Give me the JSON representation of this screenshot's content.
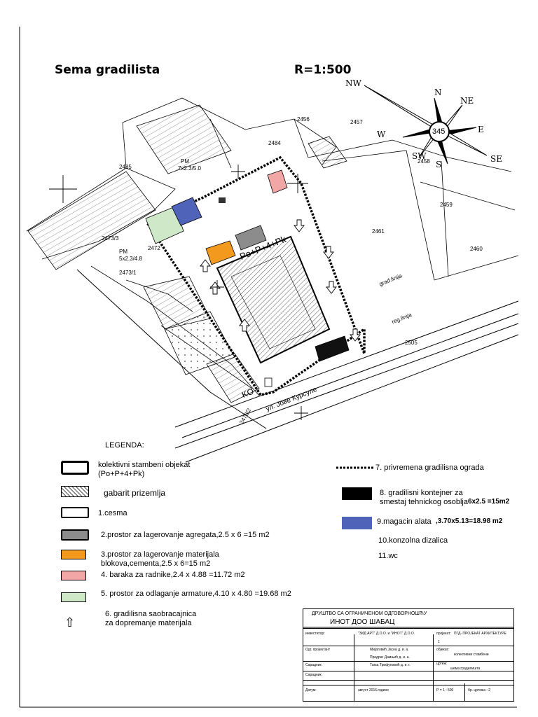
{
  "title": "Sema gradilista",
  "scale": "R=1:500",
  "compass": {
    "north": "N",
    "northeast": "NE",
    "east": "E",
    "southeast": "SE",
    "south": "S",
    "southwest": "SW",
    "west": "W",
    "northwest": "NW",
    "bearing": "345"
  },
  "parcels": [
    "2456",
    "2457",
    "2484",
    "2485",
    "2458",
    "2459",
    "2461",
    "2460",
    "2473/3",
    "2472",
    "2473/1",
    "2505",
    "2473/2"
  ],
  "plan_labels": {
    "pm1": "PM",
    "pm1_size": "7x2.3/5.0",
    "pm2": "PM",
    "pm2_size": "5x2.3/4.8",
    "building": "Po+P+4+Pk",
    "grad_line": "grad.linija",
    "reg_line": "reg.linija",
    "street": "ул. Јове Курсуле",
    "ko": "KO"
  },
  "legend": {
    "heading": "LEGENDA:",
    "items": [
      {
        "text": "kolektivni stambeni objekat\n(Po+P+4+Pk)",
        "color": "#ffffff"
      },
      {
        "text": "gabarit prizemlja",
        "color": "#cccccc"
      },
      {
        "text": "1.cesma",
        "color": "#ffffff"
      },
      {
        "text": "2.prostor za lagerovanje agregata,2.5 x 6 =15 m2",
        "color": "#8c8c8c"
      },
      {
        "text": "3.prostor za lagerovanje materijala\nblokova,cementa,2.5 x 6=15 m2",
        "color": "#f39a1e"
      },
      {
        "text": "4. baraka za radnike,2.4 x 4.88 =11.72 m2",
        "color": "#f3a6a6"
      },
      {
        "text": "5. prostor za odlaganje armature,4.10 x 4.80 =19.68 m2",
        "color": "#cfe8c8"
      },
      {
        "text": "6. gradilisna saobracajnica\nza dopremanje materijala",
        "color": "#ffffff"
      }
    ],
    "right_items": [
      {
        "text": "7. privremena gradilisna ograda"
      },
      {
        "text": "8. gradilisni kontejner za\nsmestaj tehnickog osoblja",
        "extra": "6x2.5 =15m2",
        "color": "#000000"
      },
      {
        "text": "9.magacin alata",
        "extra": ",3.70x5.13=18.98 m2",
        "color": "#4f63b8"
      },
      {
        "text": "10.konzolna dizalica"
      },
      {
        "text": "11.wc"
      }
    ]
  },
  "title_block": {
    "company": "ДРУШТВО СА ОГРАНИЧЕНОМ ОДГОВОРНОШЋУ",
    "name": "ИНОТ ДОО ШАБАЦ",
    "investor_label": "инвеститор:",
    "investor": "\"ЗИД АРТ\" Д.О.О. и \"ИНОТ\" Д.О.О.",
    "project_label": "пројекат:",
    "project": "ПГД- ПРОЈЕКАТ АРХИТЕКТУРЕ",
    "project_no": "1",
    "resp_label": "Одг. пројектант",
    "resp": "Мијатовић Јасна д. и. а.",
    "resp2": "Предраг Дамњић д. и. а.",
    "object_label": "објекат:",
    "object": "колективни стамбени",
    "collab_label": "Сарадник",
    "collab": "Тања Трифуновић д. и. г.",
    "drawing_label": "цртеж:",
    "drawing": "шема градилишта",
    "collab2_label": "Сарадник",
    "date_label": "Датум:",
    "date": "август 2016.године",
    "scale_label": "Р = 1 : 500",
    "sheet_label": "бр. цртежа : 2"
  }
}
